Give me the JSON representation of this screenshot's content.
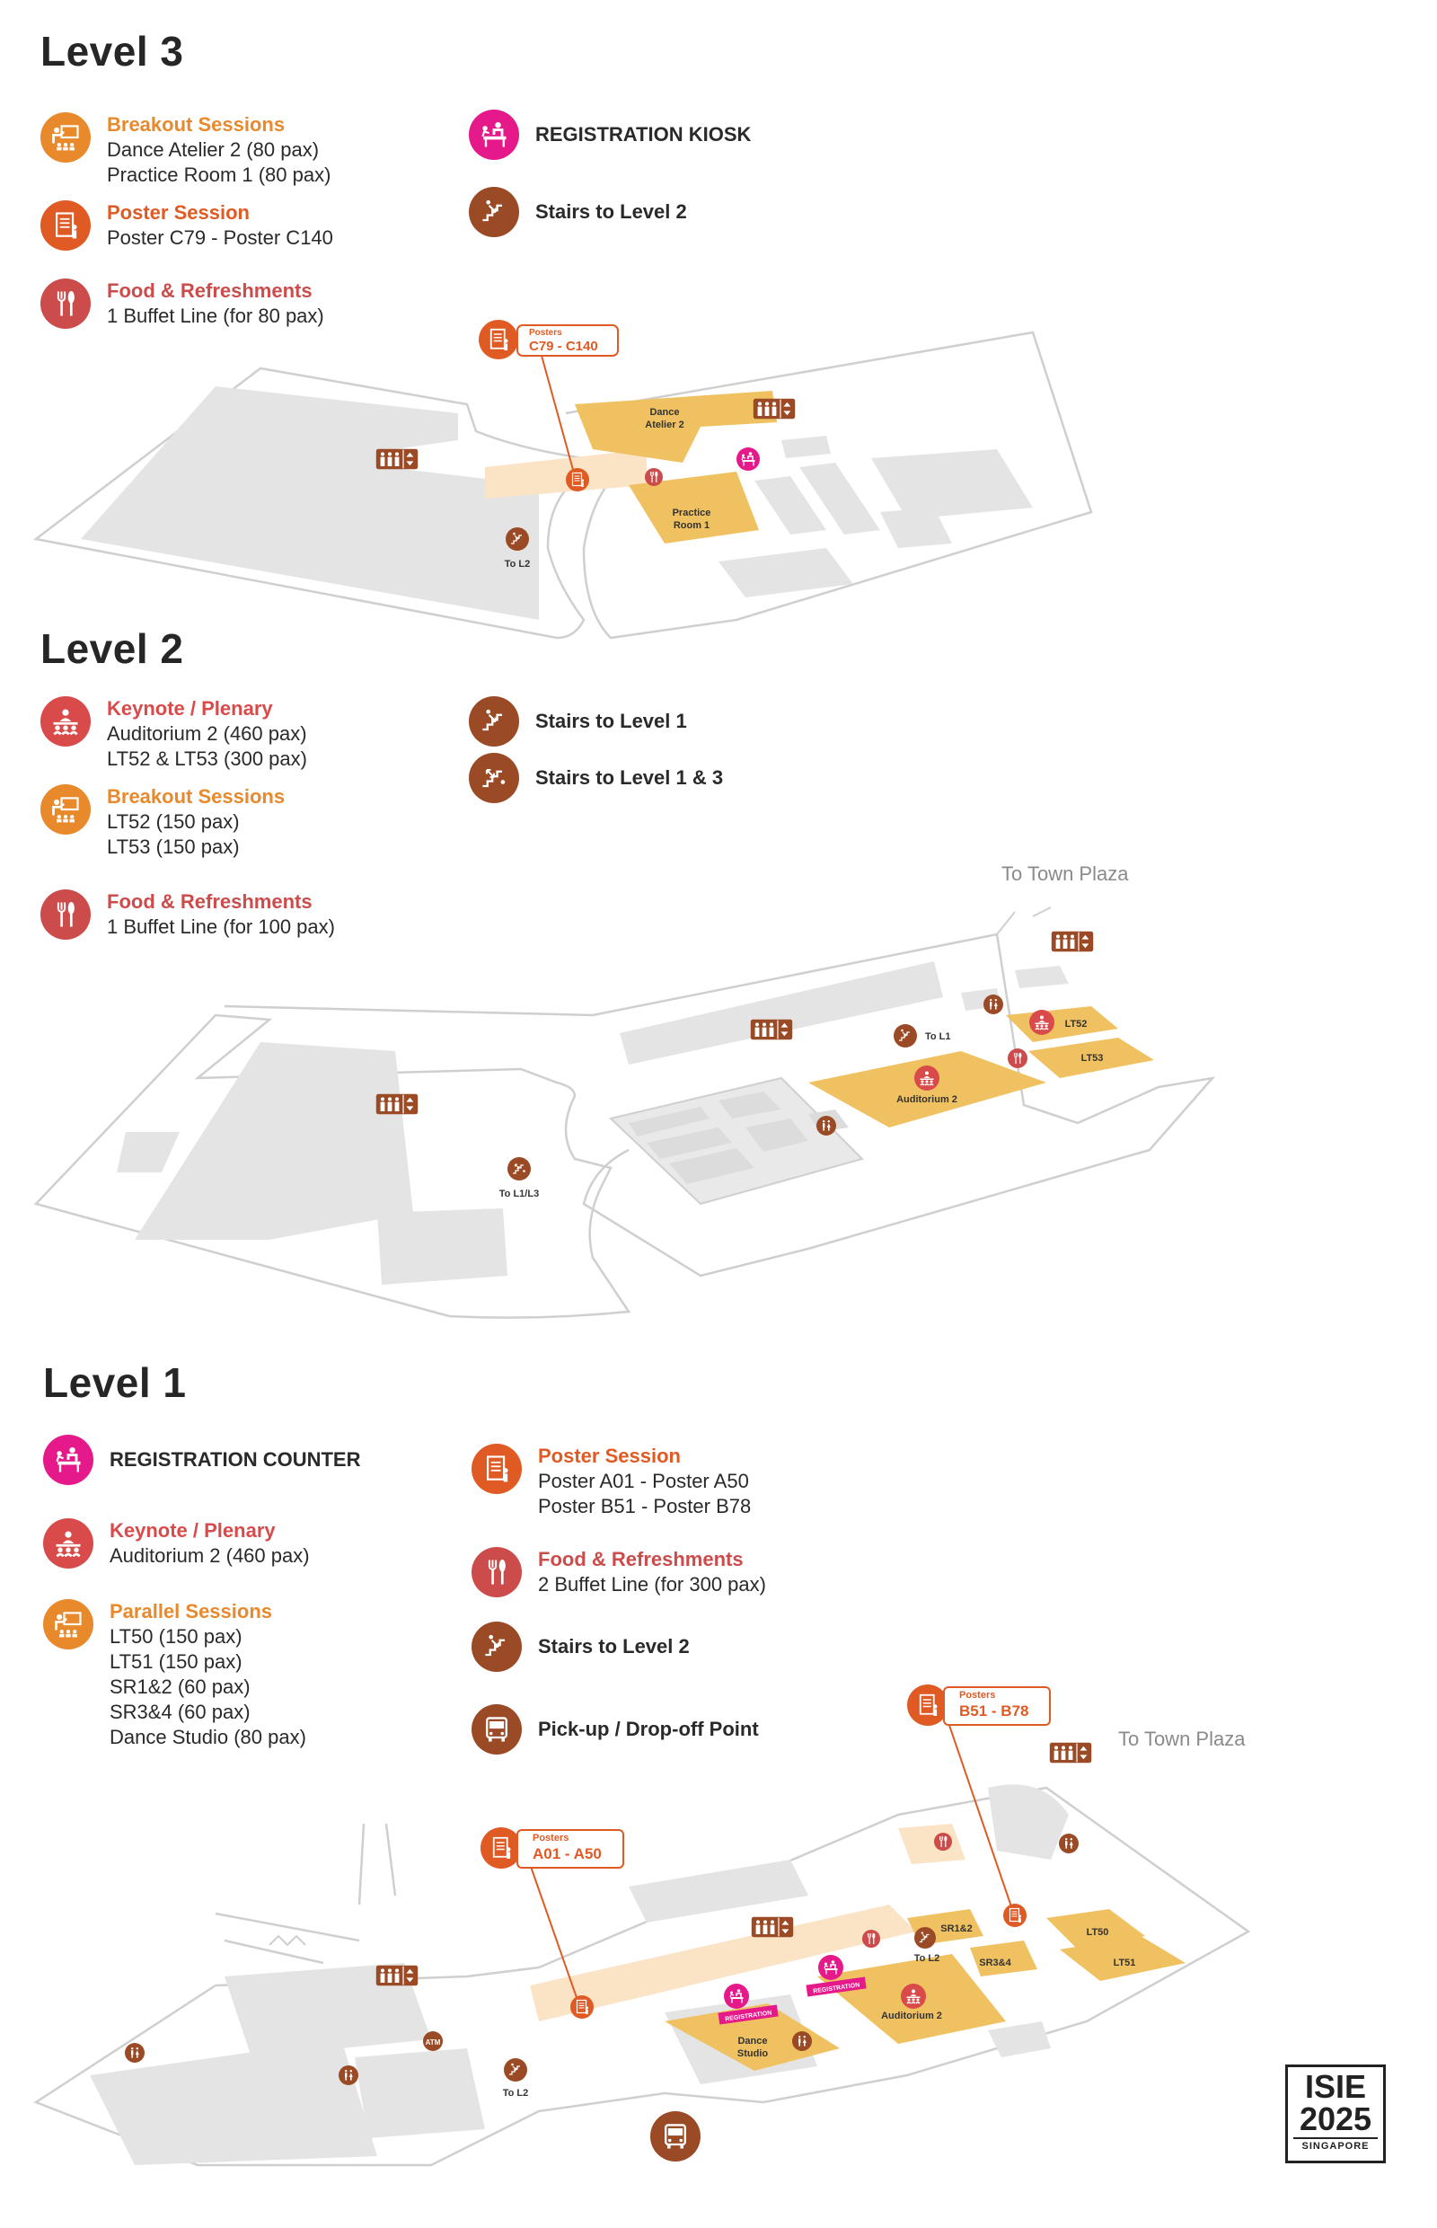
{
  "colors": {
    "breakout": "#e8892c",
    "poster": "#e05a24",
    "food": "#cc4c4c",
    "keynote": "#d94b4b",
    "registration": "#e5198a",
    "stairs": "#9a4a25",
    "room_fill": "#f0c160",
    "building_fill": "#e4e4e4",
    "corridor_fill": "#fbe3c6"
  },
  "level3": {
    "title": "Level 3",
    "legend": [
      {
        "icon": "breakout-icon",
        "heading": "Breakout Sessions",
        "lines": [
          "Dance Atelier 2 (80 pax)",
          "Practice Room 1 (80 pax)"
        ]
      },
      {
        "icon": "poster-icon",
        "heading": "Poster Session",
        "lines": [
          "Poster C79 - Poster C140"
        ]
      },
      {
        "icon": "food-icon",
        "heading": "Food & Refreshments",
        "lines": [
          "1 Buffet Line (for 80 pax)"
        ]
      },
      {
        "icon": "registration-icon",
        "label": "REGISTRATION KIOSK"
      },
      {
        "icon": "stairs-icon",
        "label": "Stairs to Level 2"
      }
    ],
    "map": {
      "posters_callout": {
        "label": "Posters",
        "range": "C79 - C140"
      },
      "rooms": [
        "Dance\nAtelier 2",
        "Practice\nRoom 1"
      ],
      "stairs_label": "To L2"
    }
  },
  "level2": {
    "title": "Level 2",
    "legend": [
      {
        "icon": "keynote-icon",
        "heading": "Keynote / Plenary",
        "lines": [
          "Auditorium 2 (460 pax)",
          "LT52 & LT53 (300 pax)"
        ]
      },
      {
        "icon": "breakout-icon",
        "heading": "Breakout Sessions",
        "lines": [
          "LT52 (150 pax)",
          "LT53 (150 pax)"
        ]
      },
      {
        "icon": "food-icon",
        "heading": "Food & Refreshments",
        "lines": [
          "1 Buffet Line (for 100 pax)"
        ]
      },
      {
        "icon": "stairs-icon",
        "label": "Stairs to Level 1"
      },
      {
        "icon": "stairs-updown-icon",
        "label": "Stairs to Level 1 & 3"
      }
    ],
    "map": {
      "to_town_plaza": "To Town Plaza",
      "rooms": [
        "LT52",
        "LT53",
        "Auditorium 2"
      ],
      "stairs_labels": [
        "To L1",
        "To L1/L3"
      ]
    }
  },
  "level1": {
    "title": "Level 1",
    "legend": [
      {
        "icon": "registration-icon",
        "label": "REGISTRATION COUNTER"
      },
      {
        "icon": "keynote-icon",
        "heading": "Keynote / Plenary",
        "lines": [
          "Auditorium 2 (460 pax)"
        ]
      },
      {
        "icon": "breakout-icon",
        "heading": "Parallel Sessions",
        "lines": [
          "LT50 (150 pax)",
          "LT51 (150 pax)",
          "SR1&2 (60 pax)",
          "SR3&4 (60 pax)",
          "Dance Studio (80 pax)"
        ]
      },
      {
        "icon": "poster-icon",
        "heading": "Poster Session",
        "lines": [
          "Poster A01 - Poster A50",
          "Poster B51 - Poster B78"
        ]
      },
      {
        "icon": "food-icon",
        "heading": "Food & Refreshments",
        "lines": [
          "2 Buffet Line (for 300 pax)"
        ]
      },
      {
        "icon": "stairs-icon",
        "label": "Stairs to Level 2"
      },
      {
        "icon": "bus-icon",
        "label": "Pick-up / Drop-off Point"
      }
    ],
    "map": {
      "to_town_plaza": "To Town Plaza",
      "posters_a": {
        "label": "Posters",
        "range": "A01 - A50"
      },
      "posters_b": {
        "label": "Posters",
        "range": "B51 - B78"
      },
      "rooms": [
        "SR1&2",
        "SR3&4",
        "LT50",
        "LT51",
        "Auditorium 2",
        "Dance\nStudio"
      ],
      "registration_tag": "REGISTRATION",
      "stairs_labels": [
        "To L2",
        "To L2"
      ],
      "atm_label": "ATM"
    }
  },
  "brand": {
    "line1": "ISIE",
    "line2": "2025",
    "line3": "SINGAPORE"
  }
}
